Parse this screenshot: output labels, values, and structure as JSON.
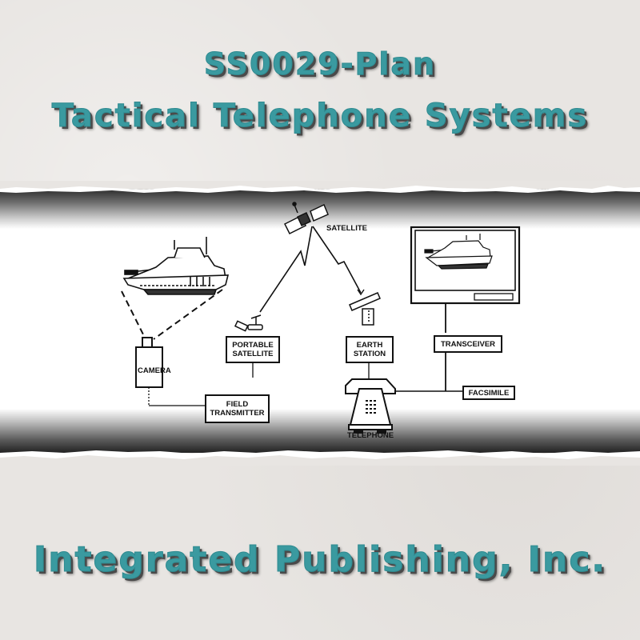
{
  "header": {
    "line1": "SS0029-Plan",
    "line2": "Tactical Telephone Systems"
  },
  "diagram": {
    "labels": {
      "satellite": "SATELLITE",
      "portable_satellite": [
        "PORTABLE",
        "SATELLITE"
      ],
      "earth_station": [
        "EARTH",
        "STATION"
      ],
      "transceiver": "TRANSCEIVER",
      "camera": "CAMERA",
      "field_transmitter": [
        "FIELD",
        "TRANSMITTER"
      ],
      "facsimile": "FACSIMILE",
      "telephone": "TELEPHONE"
    },
    "icons": [
      "tank-icon",
      "satellite-icon",
      "portable-satellite-dish-icon",
      "earth-station-antenna-icon",
      "monitor-icon",
      "camera-icon",
      "telephone-icon"
    ]
  },
  "footer": {
    "publisher": "Integrated Publishing, Inc."
  },
  "colors": {
    "title_teal": "#3a9aa0",
    "title_shadow": "#4a4a4a",
    "paper": "#e8e5e2"
  }
}
